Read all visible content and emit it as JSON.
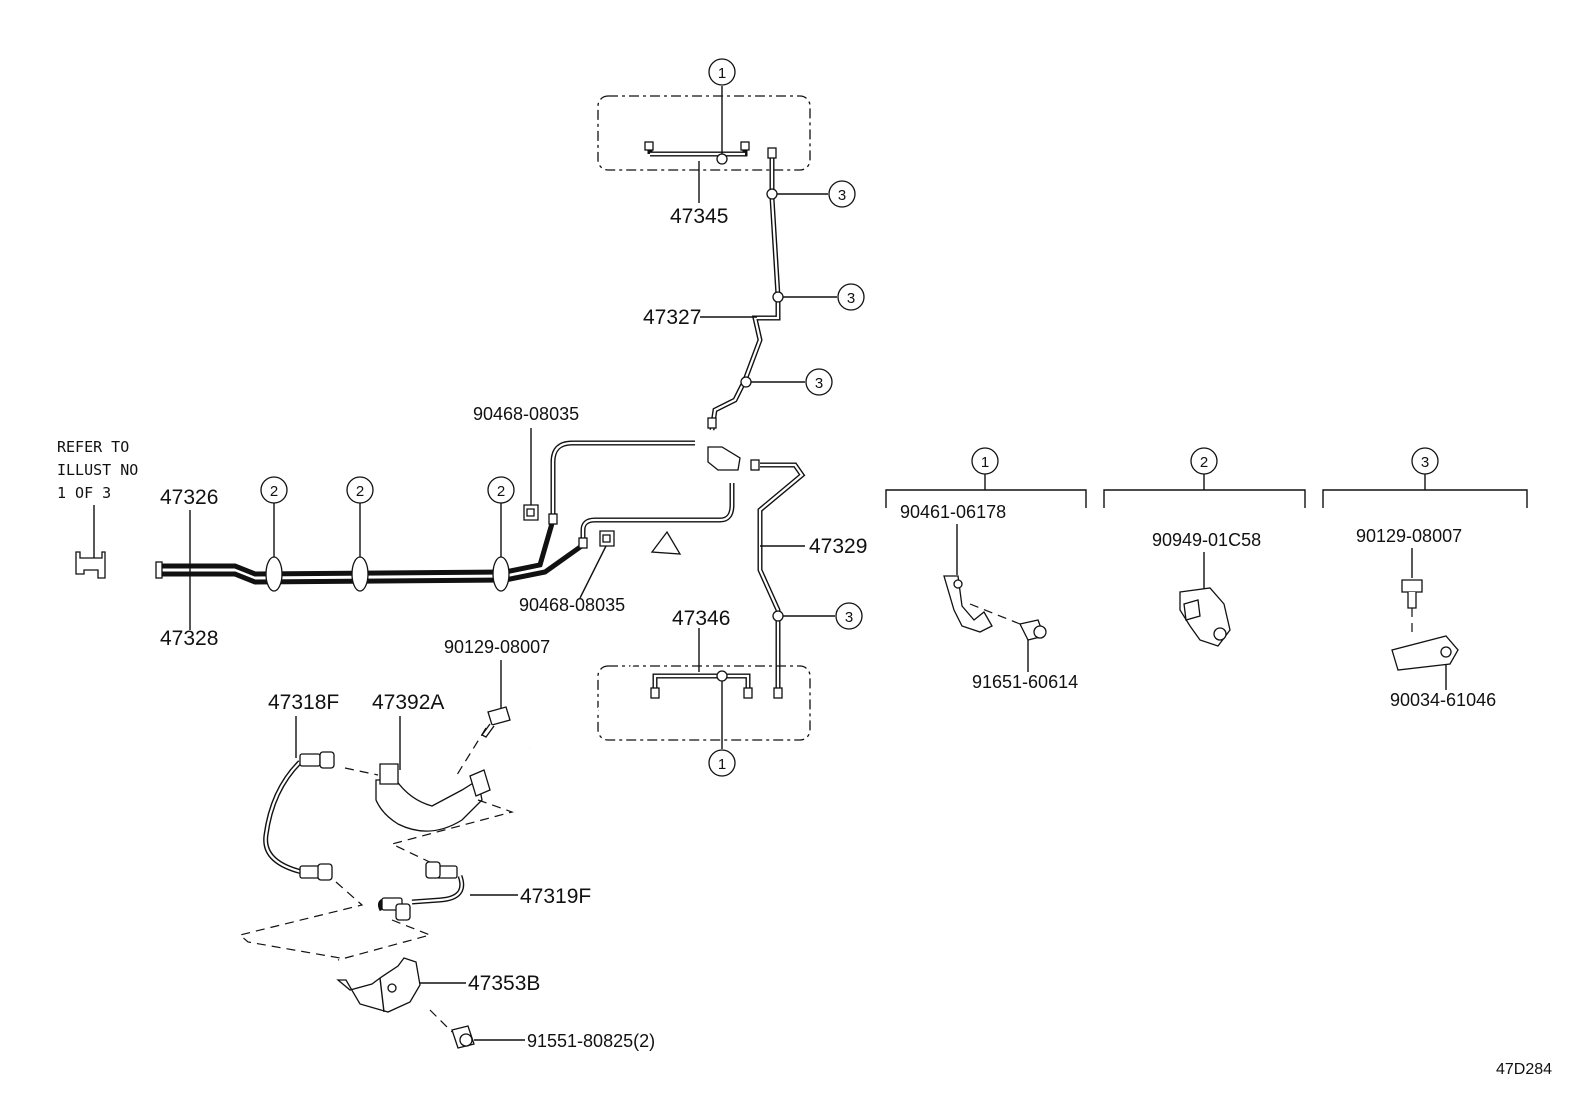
{
  "diagram_id": "47D284",
  "refer_note": [
    "REFER TO",
    "ILLUST NO",
    "1 OF 3"
  ],
  "callouts": {
    "c1": "1",
    "c2": "2",
    "c3": "3"
  },
  "parts": {
    "p47345": "47345",
    "p47327": "47327",
    "p47326": "47326",
    "p47328": "47328",
    "p90468a": "90468-08035",
    "p90468b": "90468-08035",
    "p47329": "47329",
    "p47346": "47346",
    "p90129a": "90129-08007",
    "p47318F": "47318F",
    "p47392A": "47392A",
    "p47319F": "47319F",
    "p47353B": "47353B",
    "p91551": "91551-80825(2)"
  },
  "groups": {
    "g1": {
      "callout": "1",
      "p1": "90461-06178",
      "p2": "91651-60614"
    },
    "g2": {
      "callout": "2",
      "p1": "90949-01C58"
    },
    "g3": {
      "callout": "3",
      "p1": "90129-08007",
      "p2": "90034-61046"
    }
  }
}
